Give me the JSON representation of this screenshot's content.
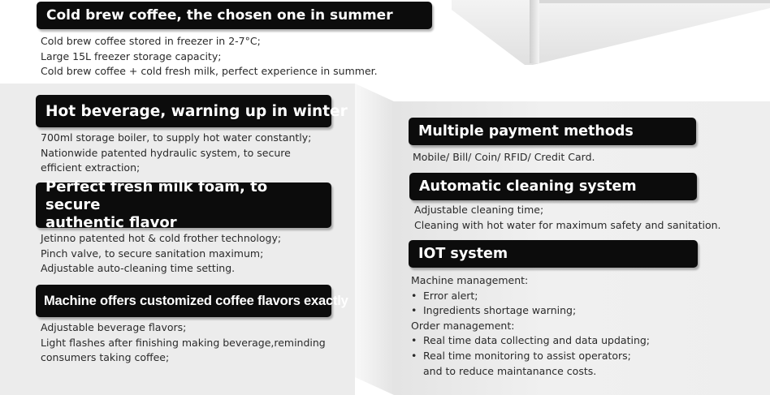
{
  "sections": {
    "cold_brew": {
      "title": "Cold brew coffee, the chosen one in summer",
      "lines": [
        "Cold brew coffee stored in freezer in 2-7°C;",
        "Large 15L  freezer storage capacity;",
        "Cold brew coffee + cold fresh milk, perfect experience in summer."
      ]
    },
    "hot_beverage": {
      "title": "Hot beverage, warning up in winter",
      "lines": [
        "700ml storage boiler, to supply hot water constantly;",
        "Nationwide patented hydraulic system, to secure",
        "efficient extraction;"
      ]
    },
    "milk_foam": {
      "title_line1": "Perfect fresh milk foam, to secure",
      "title_line2": "authentic flavor",
      "lines": [
        "Jetinno patented hot & cold frother technology;",
        "Pinch valve, to secure sanitation maximum;",
        "Adjustable auto-cleaning time setting."
      ]
    },
    "custom_flavors": {
      "title": "Machine offers customized coffee flavors exactly",
      "lines": [
        "Adjustable beverage flavors;",
        "Light flashes after finishing making beverage,reminding",
        "consumers taking coffee;"
      ]
    },
    "payment": {
      "title": "Multiple payment methods",
      "lines": [
        "Mobile/ Bill/ Coin/ RFID/ Credit Card."
      ]
    },
    "cleaning": {
      "title": "Automatic cleaning system",
      "lines": [
        "Adjustable cleaning time;",
        "Cleaning with hot water for maximum safety and sanitation."
      ]
    },
    "iot": {
      "title": "IOT system",
      "machine_heading": "Machine management:",
      "machine_items": [
        "Error alert;",
        "Ingredients shortage warning;"
      ],
      "order_heading": "Order management:",
      "order_items": [
        "Real time data collecting and data updating;",
        "Real time monitoring to assist operators;"
      ],
      "order_continuation": "and to reduce maintanance costs.",
      "bullet": "•"
    }
  }
}
